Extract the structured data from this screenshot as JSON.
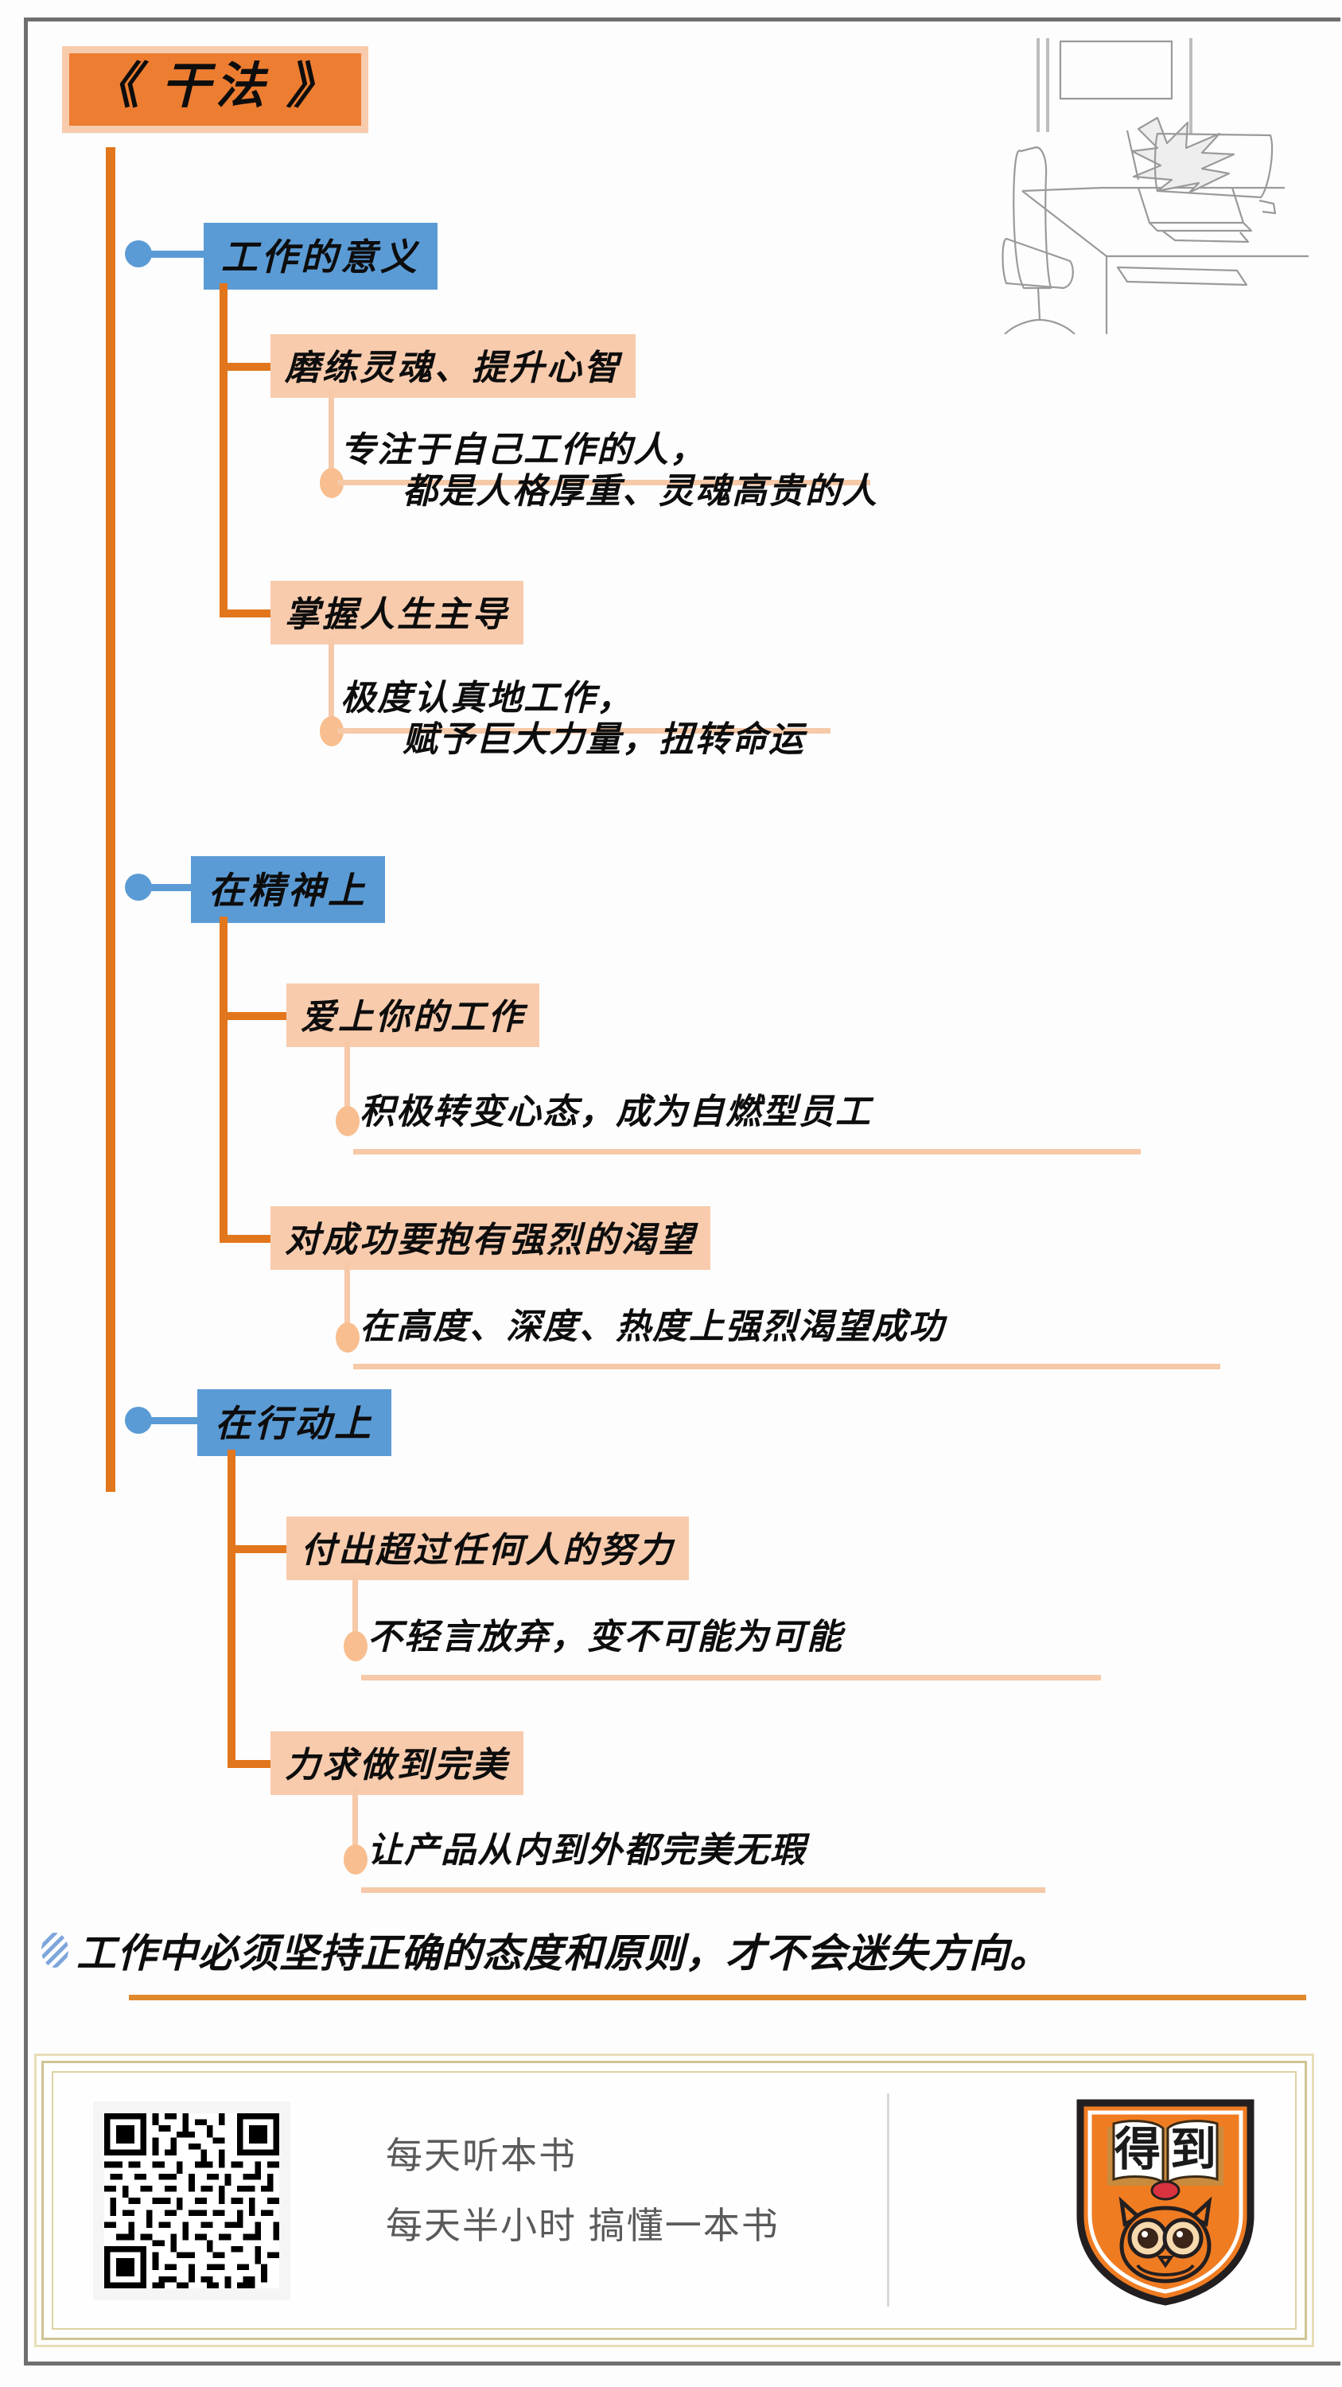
{
  "book": {
    "title": "《 干法 》"
  },
  "colors": {
    "root_fill": "#ED7D31",
    "root_border": "#F8CBAD",
    "spine": "#E2761C",
    "level1_fill": "#5B9BD5",
    "level2_fill": "#F8CBAD",
    "detail_rule": "#F6C9A8",
    "summary_rule": "#E0892C",
    "card_border": "#CFC393",
    "badge_orange": "#F07C22"
  },
  "branches": [
    {
      "label": "工作的意义",
      "children": [
        {
          "label": "磨练灵魂、提升心智",
          "detail_line1": "专注于自己工作的人，",
          "detail_line2": "都是人格厚重、灵魂高贵的人"
        },
        {
          "label": "掌握人生主导",
          "detail_line1": "极度认真地工作，",
          "detail_line2": "赋予巨大力量，扭转命运"
        }
      ]
    },
    {
      "label": "在精神上",
      "children": [
        {
          "label": "爱上你的工作",
          "detail_line1": "积极转变心态，成为自燃型员工",
          "detail_line2": ""
        },
        {
          "label": "对成功要抱有强烈的渴望",
          "detail_line1": "在高度、深度、热度上强烈渴望成功",
          "detail_line2": ""
        }
      ]
    },
    {
      "label": "在行动上",
      "children": [
        {
          "label": "付出超过任何人的努力",
          "detail_line1": "不轻言放弃，变不可能为可能",
          "detail_line2": ""
        },
        {
          "label": "力求做到完美",
          "detail_line1": "让产品从内到外都完美无瑕",
          "detail_line2": ""
        }
      ]
    }
  ],
  "summary": {
    "text": "工作中必须坚持正确的态度和原则，才不会迷失方向。"
  },
  "footer": {
    "line1": "每天听本书",
    "line2": "每天半小时 搞懂一本书",
    "brand": "得到"
  }
}
